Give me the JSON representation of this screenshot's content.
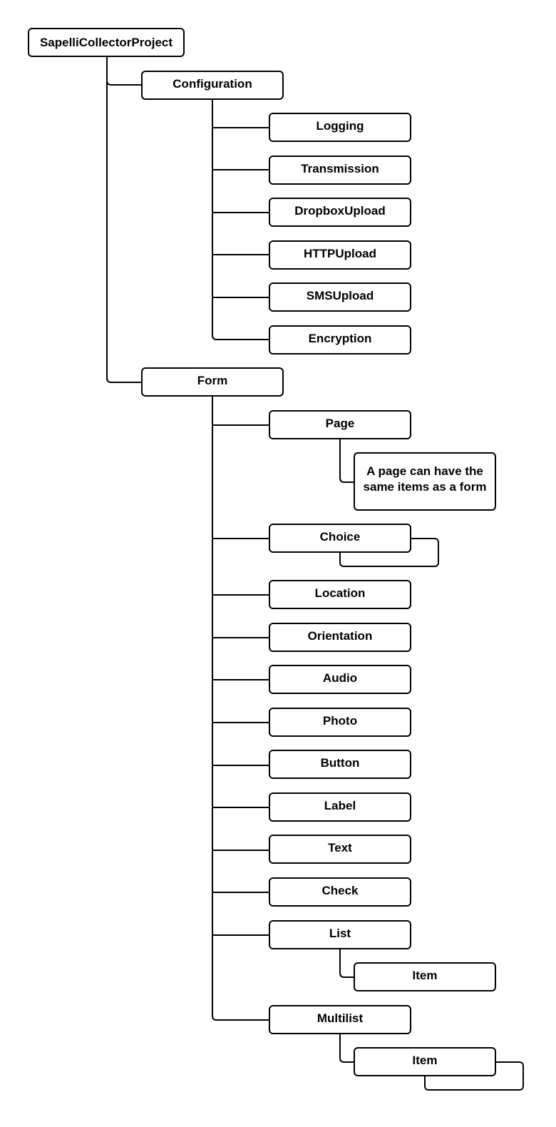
{
  "diagram": {
    "root": "SapelliCollectorProject",
    "configuration": {
      "label": "Configuration",
      "children": [
        "Logging",
        "Transmission",
        "DropboxUpload",
        "HTTPUpload",
        "SMSUpload",
        "Encryption"
      ]
    },
    "form": {
      "label": "Form",
      "children": {
        "page": "Page",
        "page_note": "A page can have the same items as a form",
        "choice": "Choice",
        "location": "Location",
        "orientation": "Orientation",
        "audio": "Audio",
        "photo": "Photo",
        "button": "Button",
        "label": "Label",
        "text": "Text",
        "check": "Check",
        "list": "List",
        "list_item": "Item",
        "multilist": "Multilist",
        "multilist_item": "Item"
      }
    },
    "colors": {
      "stroke": "#000000",
      "fill": "#ffffff"
    }
  }
}
